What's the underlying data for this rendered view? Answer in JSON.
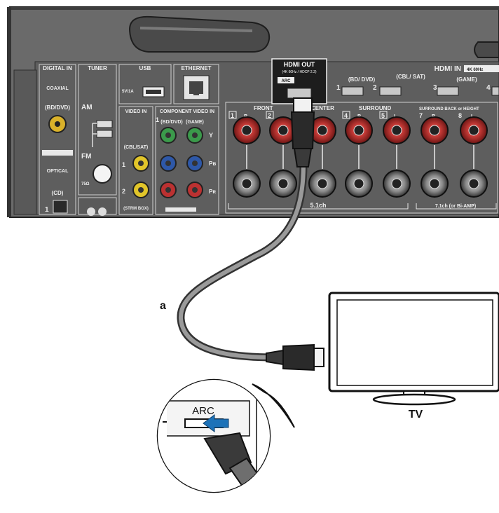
{
  "panel": {
    "digital_in": "DIGITAL IN",
    "coaxial": "COAXIAL",
    "coax_source": "(BD/DVD)",
    "optical": "OPTICAL",
    "optical_source": "(CD)",
    "optical_num": "1",
    "tuner": "TUNER",
    "am": "AM",
    "fm": "FM",
    "fm_ohm": "75Ω",
    "usb": "USB",
    "usb_rating": "5V/1A",
    "ethernet": "ETHERNET",
    "video_in": "VIDEO IN",
    "video_src1": "(CBL/SAT)",
    "video_src2": "(STRM BOX)",
    "video_n1": "1",
    "video_n2": "2",
    "component_video_in": "COMPONENT VIDEO IN",
    "comp_src1": "(BD/DVD)",
    "comp_src2": "(GAME)",
    "comp_y": "Y",
    "comp_pb": "Pʙ",
    "comp_pr": "Pʀ",
    "hdmi_out": "HDMI OUT",
    "hdmi_out_sub": "(4K 60Hz / HDCP 2.2)",
    "arc": "ARC",
    "hdmi_in": "HDMI IN",
    "hdmi_in_sub": "4K 60Hz",
    "hdmi_in_1": "1",
    "hdmi_in_2": "2",
    "hdmi_in_3": "3",
    "hdmi_in_4": "4",
    "hdmi_src1": "(BD/ DVD)",
    "hdmi_src2": "(CBL/ SAT)",
    "hdmi_src3": "(GAME)",
    "front": "FRONT",
    "center": "CENTER",
    "surround": "SURROUND",
    "surround_back": "SURROUND BACK or HEIGHT",
    "sp_1": "1",
    "sp_2": "2",
    "sp_4": "4",
    "sp_5": "5",
    "sp_7": "7",
    "sp_8": "8",
    "r": "R",
    "l": "L",
    "ch51": "5.1ch",
    "ch71": "7.1ch (or Bi-AMP)"
  },
  "callout": {
    "cable_label": "a",
    "tv_label": "TV",
    "zoom_arc": "ARC"
  },
  "colors": {
    "panel_bg": "#5c5c5c",
    "panel_edge": "#3a3a3a",
    "terminal_red": "#b5302e",
    "video_yellow": "#e1c52a",
    "comp_green": "#3b9a4b",
    "comp_blue": "#2e58a8",
    "comp_red": "#bb3131",
    "cable": "#7a7a7a",
    "arrow_blue": "#1d72b8"
  }
}
